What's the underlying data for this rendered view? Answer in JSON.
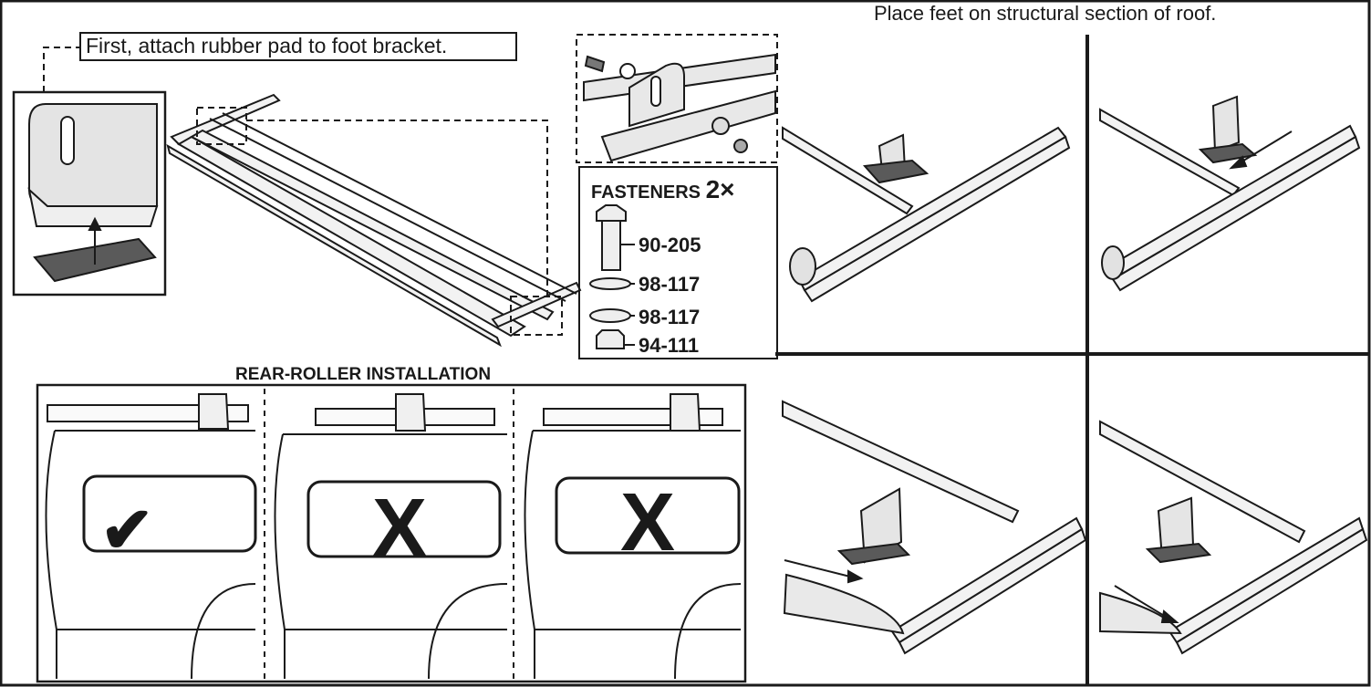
{
  "instructions": {
    "top_caption": "Place feet on structural section of roof.",
    "attach_pad": "First, attach rubber pad to foot bracket."
  },
  "fasteners": {
    "title": "FASTENERS",
    "multiplier": "2×",
    "parts": [
      {
        "part_number": "90-205"
      },
      {
        "part_number": "98-117"
      },
      {
        "part_number": "98-117"
      },
      {
        "part_number": "94-111"
      }
    ]
  },
  "rear_roller": {
    "title": "REAR-ROLLER INSTALLATION",
    "options": [
      {
        "mark": "✔"
      },
      {
        "mark": "X"
      },
      {
        "mark": "X"
      }
    ]
  },
  "colors": {
    "line": "#1a1a1a",
    "metal": "#d9d9d9",
    "metal_dark": "#9a9a9a",
    "rubber": "#5a5a5a"
  }
}
